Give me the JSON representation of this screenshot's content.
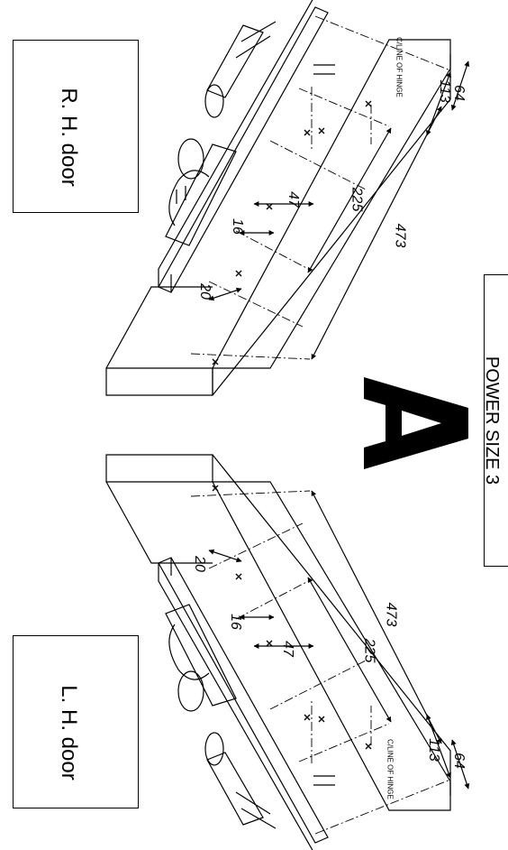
{
  "power_label": "POWER SIZE 3",
  "big_letter": "A",
  "rh": {
    "door_label": "R. H.  door",
    "hinge_label": "C/LINE OF HINGE",
    "dims": [
      "64",
      "113",
      "225",
      "473",
      "47",
      "16",
      "20"
    ]
  },
  "lh": {
    "door_label": "L. H.  door",
    "hinge_label": "C/LINE OF HINGE",
    "dims": [
      "64",
      "113",
      "225",
      "473",
      "47",
      "16",
      "20"
    ]
  }
}
